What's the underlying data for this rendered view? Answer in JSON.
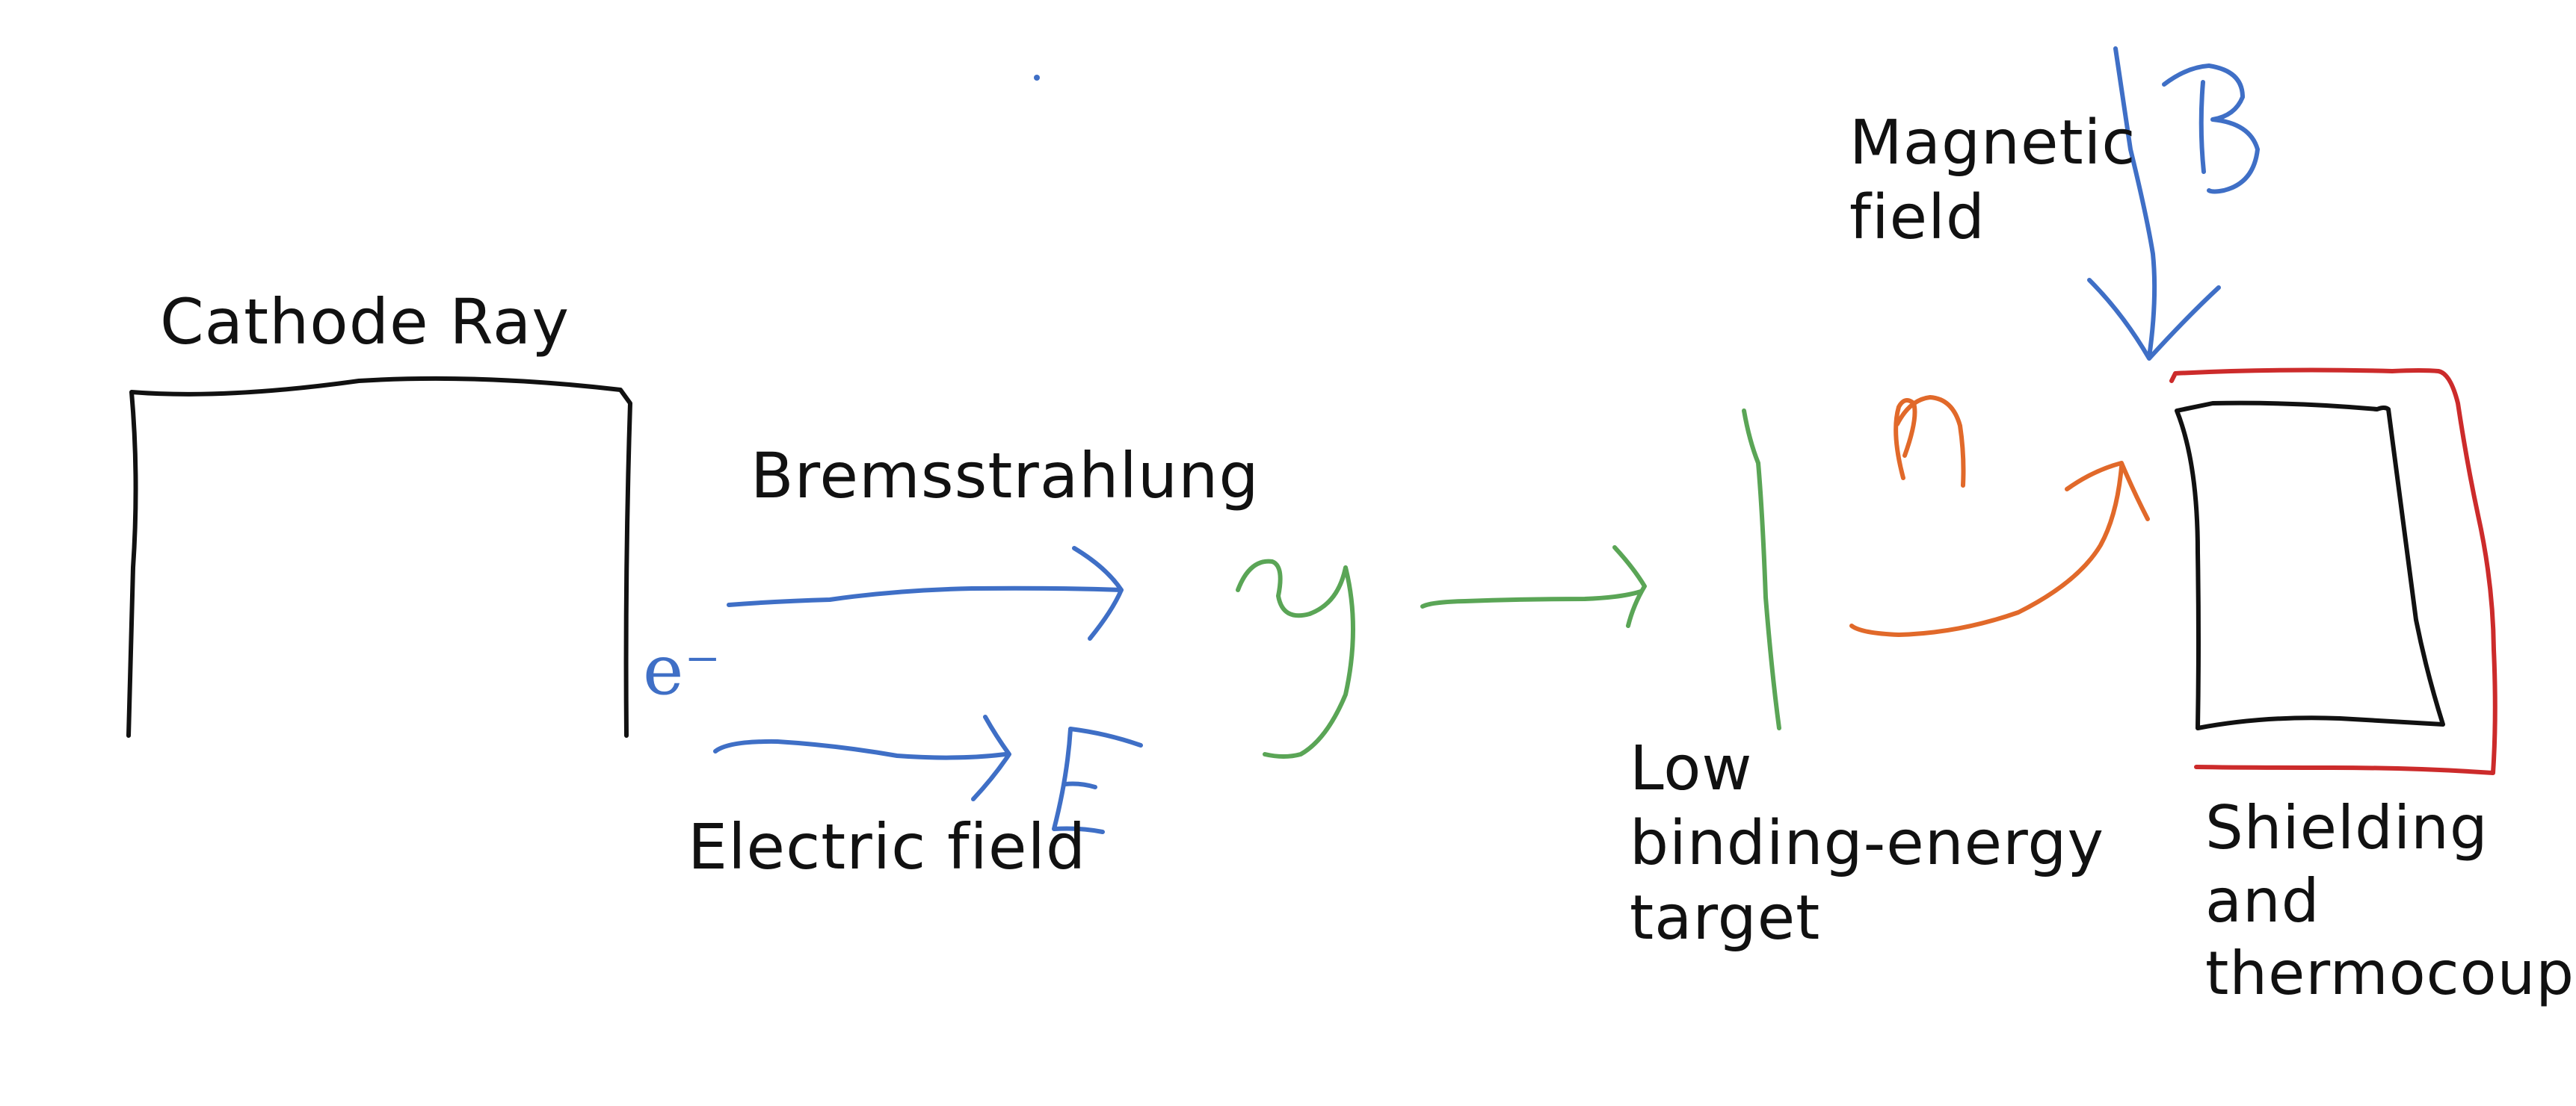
{
  "labels": {
    "cathode_ray": "Cathode Ray",
    "bremsstrahlung": "Bremsstrahlung",
    "electric_field": "Electric field",
    "magnetic_field": "Magnetic\nfield",
    "target": "Low\nbinding-energy\ntarget",
    "shielding": "Shielding\nand\nthermocouple"
  },
  "symbols": {
    "electron": "e⁻",
    "gamma": "γ",
    "neutron": "n",
    "E": "E",
    "B": "B"
  },
  "colors": {
    "ink": "#111111",
    "blue": "#3f6fc6",
    "green": "#5aa556",
    "orange": "#e1692a",
    "red": "#cc2b2b"
  }
}
